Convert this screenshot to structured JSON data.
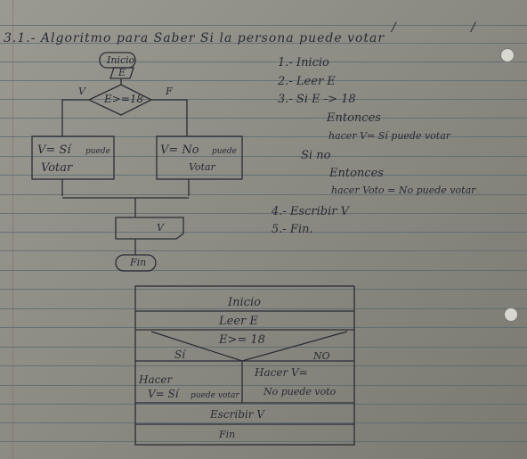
{
  "header": {
    "title": "3.1.- Algoritmo para Saber Si la persona puede votar",
    "page_marks": "/ /"
  },
  "algorithm": {
    "steps": [
      "1.- Inicio",
      "2.- Leer E",
      "3.- Si E -> 18",
      "Entonces",
      "hacer V= Sí puede votar",
      "Si no",
      "Entonces",
      "hacer Voto = No puede votar",
      "4.- Escribir V",
      "5.- Fin."
    ]
  },
  "flowchart": {
    "start": "Inicio",
    "input": "E",
    "decision": "E>=18",
    "true_label": "V",
    "false_label": "F",
    "true_box": {
      "line1": "V= Sí",
      "line1_small": "puede",
      "line2": "Votar"
    },
    "false_box": {
      "line1": "V= No",
      "line1_small": "puede",
      "line2": "Votar"
    },
    "output": "V",
    "end": "Fin"
  },
  "nassi": {
    "start": "Inicio",
    "read": "Leer E",
    "condition": "E>= 18",
    "yes_label": "Sí",
    "no_label": "NO",
    "yes_line1": "Hacer",
    "yes_line2": "V= Sí",
    "yes_line2_small": "puede votar",
    "no_line1": "Hacer V=",
    "no_line2": "No puede voto",
    "write": "Escribir V",
    "end": "Fin"
  }
}
